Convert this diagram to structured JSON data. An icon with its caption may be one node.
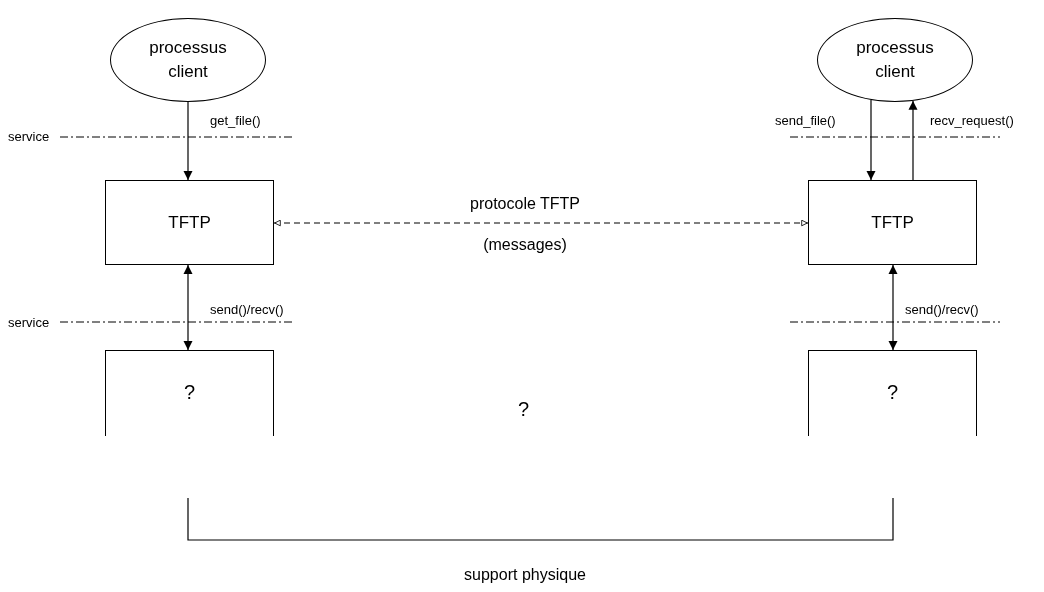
{
  "diagram": {
    "nodes": [
      {
        "text": [
          "processus client"
        ]
      },
      {
        "text": [
          "processus client"
        ]
      },
      {
        "text": [
          "TFTP"
        ]
      },
      {
        "text": [
          "TFTP"
        ]
      },
      {
        "text": [
          "?"
        ]
      },
      {
        "text": [
          "?"
        ]
      }
    ],
    "edges": [
      {
        "from": 0,
        "to": 2,
        "arrow": "to",
        "label": "get_file()"
      },
      {
        "from": 1,
        "to": 3,
        "arrow": "to",
        "label": "send_file()"
      },
      {
        "from": 3,
        "to": 1,
        "arrow": "to",
        "label": "recv_request()"
      },
      {
        "from": 2,
        "to": 3,
        "arrow": "both",
        "label": "protocole TFTP",
        "style": "dashed"
      },
      {
        "from": 2,
        "to": 4,
        "arrow": "both",
        "label": "send()/recv()"
      },
      {
        "from": 3,
        "to": 5,
        "arrow": "both",
        "label": "send()/recv()"
      }
    ],
    "labels": [
      "service",
      "(messages)",
      "service",
      "?",
      "support physique"
    ]
  }
}
